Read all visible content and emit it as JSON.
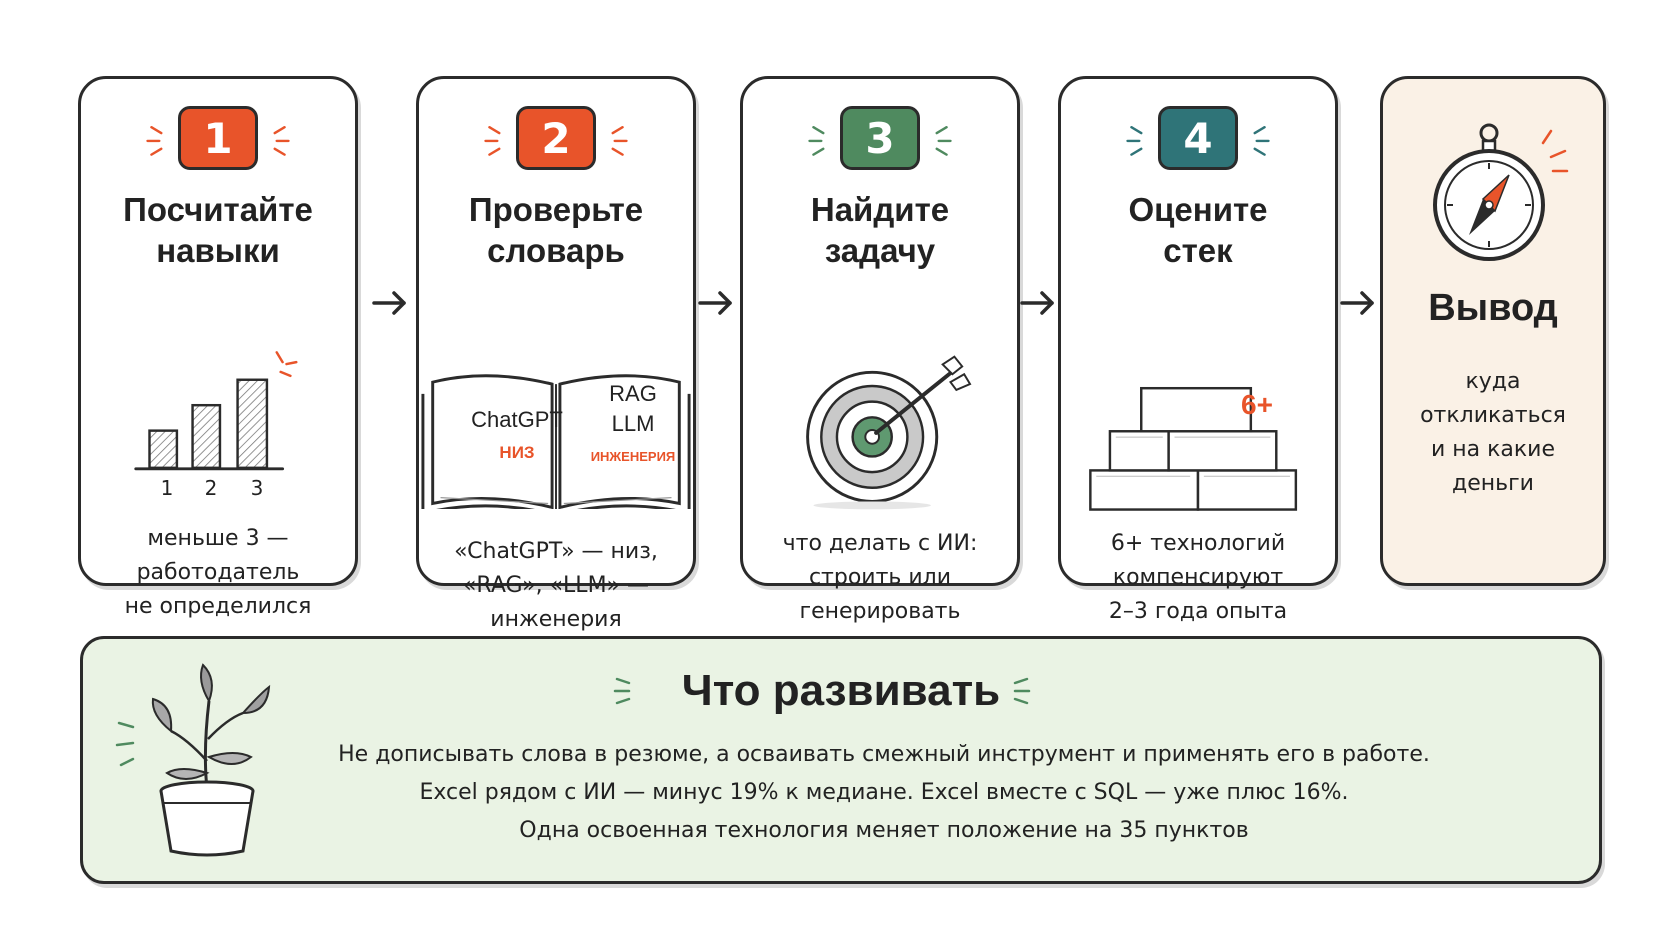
{
  "steps": [
    {
      "number": "1",
      "badge_color": "#e8542a",
      "title_lines": [
        "Посчитайте",
        "навыки"
      ],
      "desc_lines": [
        "меньше 3 —",
        "работодатель",
        "не определился"
      ],
      "chart_labels": [
        "1",
        "2",
        "3"
      ]
    },
    {
      "number": "2",
      "badge_color": "#e8542a",
      "title_lines": [
        "Проверьте",
        "словарь"
      ],
      "desc_lines": [
        "«ChatGPT» — низ,",
        "«RAG», «LLM» —",
        "инженерия"
      ],
      "book": {
        "left_word": "ChatGPT",
        "left_tag": "НИЗ",
        "right_word_1": "RAG",
        "right_word_2": "LLM",
        "right_tag": "ИНЖЕНЕРИЯ"
      }
    },
    {
      "number": "3",
      "badge_color": "#4f8a5f",
      "title_lines": [
        "Найдите",
        "задачу"
      ],
      "desc_lines": [
        "что делать с ИИ:",
        "строить или",
        "генерировать"
      ]
    },
    {
      "number": "4",
      "badge_color": "#2f7478",
      "title_lines": [
        "Оцените",
        "стек"
      ],
      "desc_lines": [
        "6+ технологий",
        "компенсируют",
        "2–3 года опыта"
      ],
      "brick_label": "6+"
    }
  ],
  "conclusion": {
    "title": "Вывод",
    "desc_lines": [
      "куда",
      "откликаться",
      "и на какие",
      "деньги"
    ]
  },
  "develop": {
    "title": "Что развивать",
    "lines": [
      "Не дописывать слова в резюме, а осваивать смежный инструмент и применять его в работе.",
      "Excel рядом с ИИ — минус 19% к медиане. Excel вместе с SQL — уже плюс 16%.",
      "Одна освоенная технология меняет положение на 35 пунктов"
    ]
  },
  "accent_color": "#e8542a"
}
